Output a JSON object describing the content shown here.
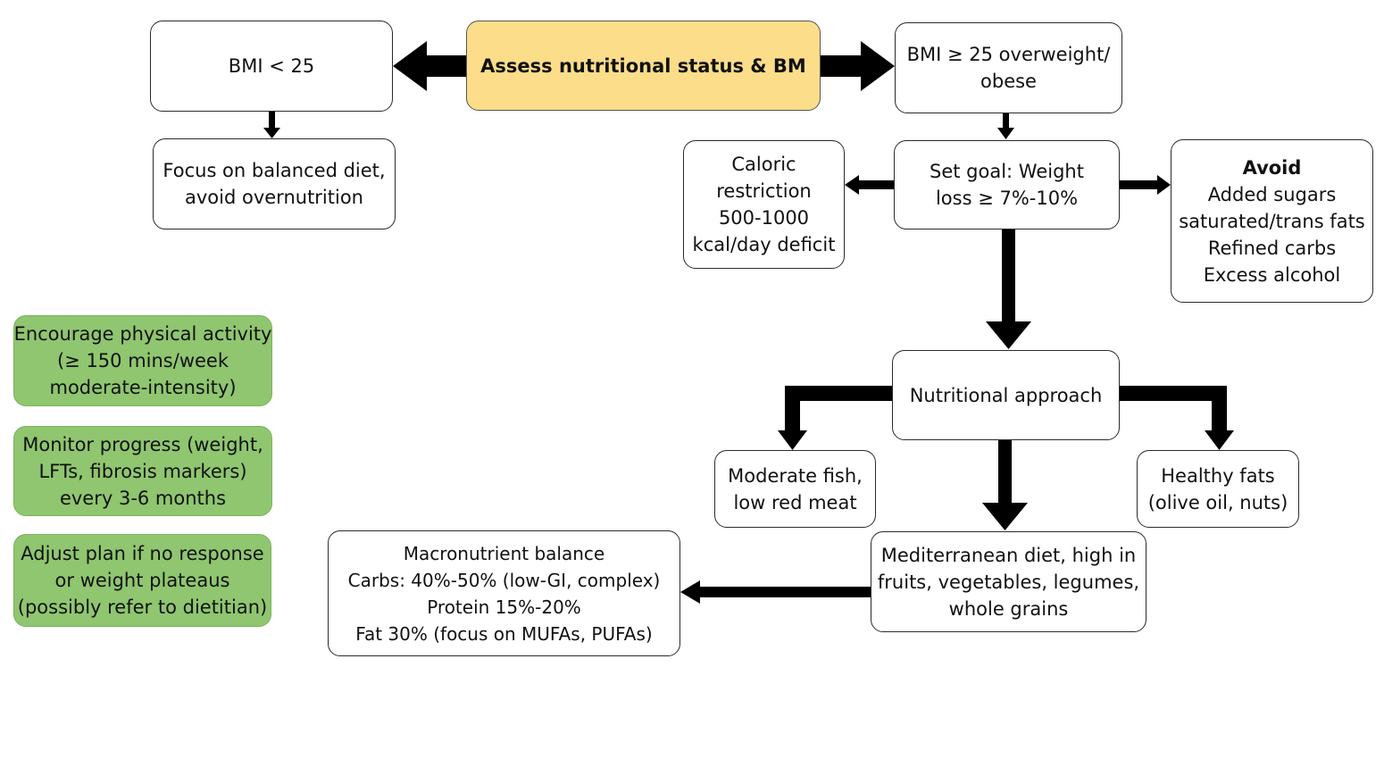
{
  "colors": {
    "main_box": "#fbdd8a",
    "green_box": "#8fc66f",
    "arrow": "#000000",
    "border": "#2a2a2a"
  },
  "nodes": {
    "assess": {
      "lines": [
        "Assess nutritional status & BM"
      ]
    },
    "bmi_under": {
      "lines": [
        "BMI < 25"
      ]
    },
    "bmi_over": {
      "lines": [
        "BMI ≥ 25 overweight/",
        "obese"
      ]
    },
    "balanced_diet": {
      "lines": [
        "Focus on balanced diet,",
        "avoid overnutrition"
      ]
    },
    "caloric": {
      "lines": [
        "Caloric",
        "restriction",
        "500-1000",
        "kcal/day deficit"
      ]
    },
    "set_goal": {
      "lines": [
        "Set goal: Weight",
        "loss ≥ 7%-10%"
      ]
    },
    "avoid": {
      "title": "Avoid",
      "lines": [
        "Added sugars",
        "saturated/trans fats",
        "Refined carbs",
        "Excess alcohol"
      ]
    },
    "nutritional_approach": {
      "lines": [
        "Nutritional approach"
      ]
    },
    "fish": {
      "lines": [
        "Moderate fish,",
        "low red meat"
      ]
    },
    "healthy_fats": {
      "lines": [
        "Healthy fats",
        "(olive oil, nuts)"
      ]
    },
    "mediterranean": {
      "lines": [
        "Mediterranean diet, high in",
        "fruits, vegetables, legumes,",
        "whole grains"
      ]
    },
    "macronutrient": {
      "lines": [
        "Macronutrient balance",
        "Carbs: 40%-50% (low-GI, complex)",
        "Protein 15%-20%",
        "Fat 30% (focus on MUFAs, PUFAs)"
      ]
    },
    "physical_activity": {
      "lines": [
        "Encourage physical activity",
        "(≥ 150 mins/week",
        "moderate-intensity)"
      ]
    },
    "monitor": {
      "lines": [
        "Monitor progress (weight,",
        "LFTs, fibrosis markers)",
        "every 3-6 months"
      ]
    },
    "adjust": {
      "lines": [
        "Adjust plan if no response",
        "or weight plateaus",
        "(possibly refer to dietitian)"
      ]
    }
  }
}
